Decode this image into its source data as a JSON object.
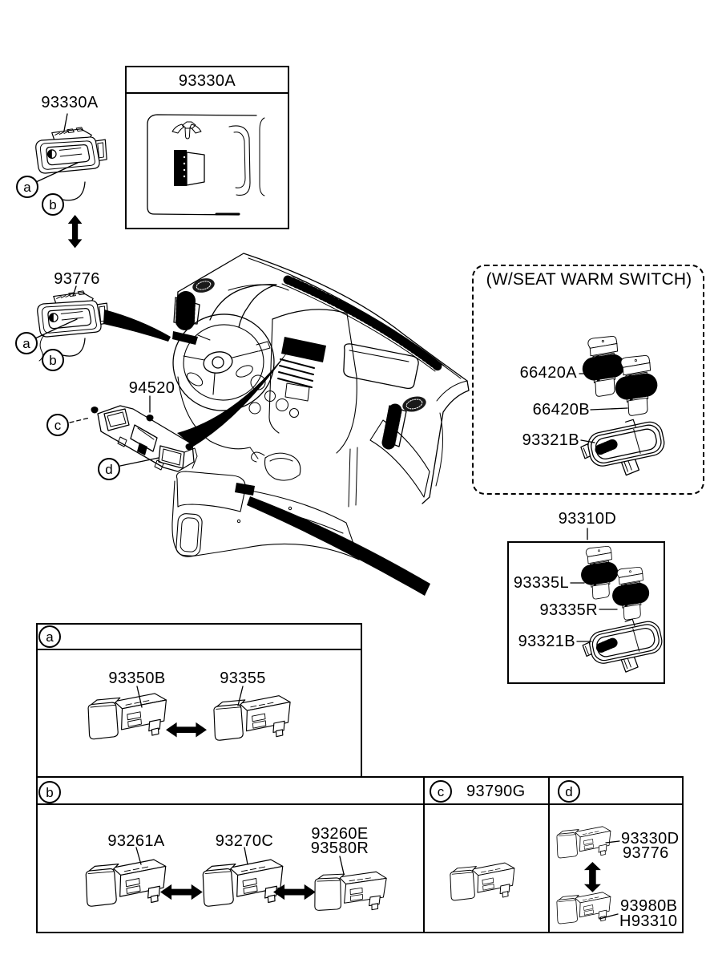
{
  "page": {
    "background": "#ffffff",
    "line_color": "#000000"
  },
  "parts": {
    "p93330A": "93330A",
    "p93776": "93776",
    "p94520": "94520",
    "p66420A": "66420A",
    "p66420B": "66420B",
    "p93321B": "93321B",
    "p93310D": "93310D",
    "p93335L": "93335L",
    "p93335R": "93335R",
    "p93350B": "93350B",
    "p93355": "93355",
    "p93261A": "93261A",
    "p93270C": "93270C",
    "p93260E": "93260E",
    "p93580R": "93580R",
    "p93790G": "93790G",
    "p93330D": "93330D",
    "p93980B": "93980B",
    "pH93310": "H93310"
  },
  "markers": {
    "a": "a",
    "b": "b",
    "c": "c",
    "d": "d"
  },
  "boxes": {
    "seat_warm_title": "(W/SEAT WARM SWITCH)",
    "top_box_title": "93330A",
    "sub_box_title": "93310D"
  }
}
